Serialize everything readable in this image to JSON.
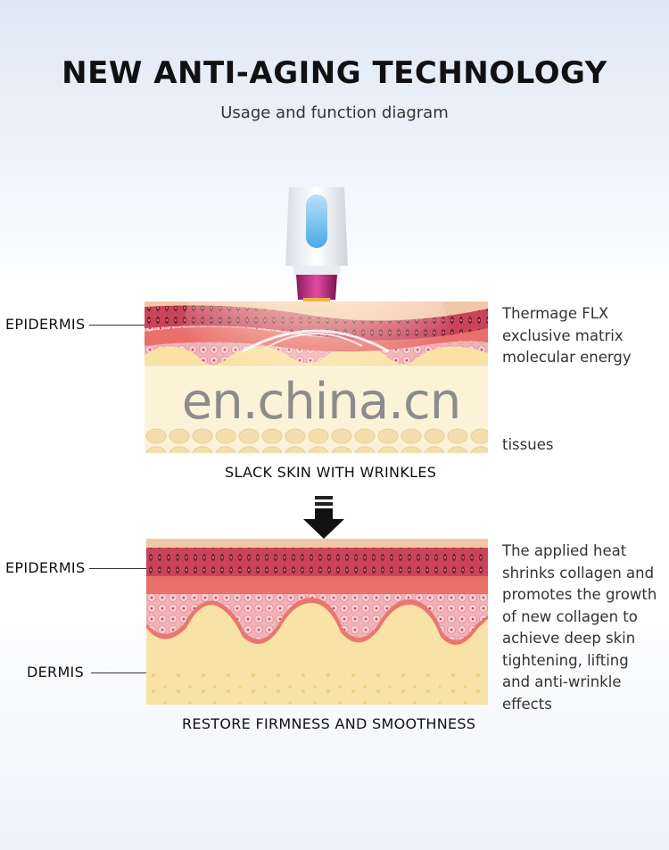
{
  "header": {
    "title": "NEW ANTI-AGING TECHNOLOGY",
    "subtitle": "Usage and function diagram"
  },
  "panel_before": {
    "label_epidermis": "EPIDERMIS",
    "caption": "SLACK SKIN WITH WRINKLES",
    "description_lines": [
      "Thermage FLX",
      "exclusive matrix",
      "molecular energy",
      "",
      "",
      "tissues"
    ]
  },
  "panel_after": {
    "label_epidermis": "EPIDERMIS",
    "label_dermis": "DERMIS",
    "caption": "RESTORE FIRMNESS AND SMOOTHNESS",
    "description_lines": [
      "The applied heat",
      "shrinks collagen and",
      "promotes the growth",
      "of new collagen to",
      "achieve deep skin",
      "tightening, lifting",
      "and anti-wrinkle",
      "effects"
    ]
  },
  "watermark": "en.china.cn",
  "colors": {
    "epidermis_band": "#c9445a",
    "cell_layer": "#f2b3b8",
    "dermis": "#f8e2a6",
    "fat_cells": "#e9b549",
    "device_accent": "#d0308e",
    "device_light": "#63b8ea"
  }
}
